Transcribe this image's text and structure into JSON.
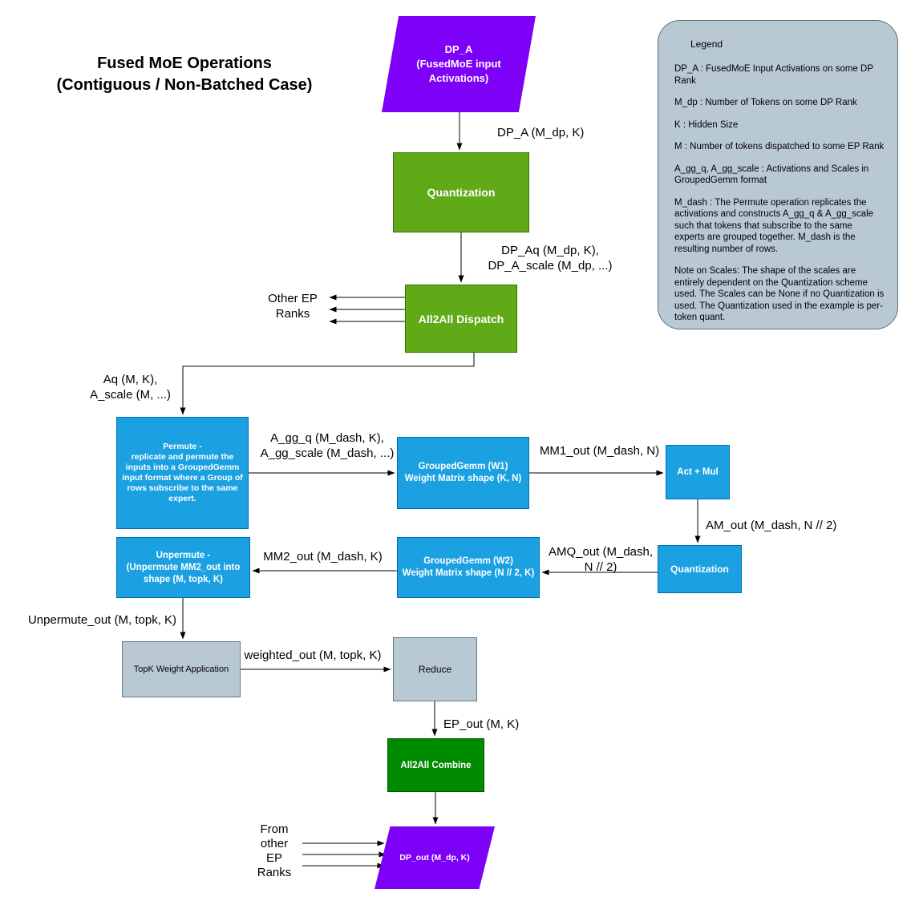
{
  "title": {
    "line1": "Fused MoE Operations",
    "line2": "(Contiguous / Non-Batched Case)"
  },
  "nodes": {
    "dp_a": {
      "label": "DP_A\n(FusedMoE input\nActivations)"
    },
    "quantization1": {
      "label": "Quantization"
    },
    "all2all_dispatch": {
      "label": "All2All Dispatch"
    },
    "permute": {
      "label": "Permute -\nreplicate and permute the\ninputs into a GroupedGemm\ninput format where a Group of\nrows subscribe to the same\nexpert."
    },
    "grouped_gemm_w1": {
      "label": "GroupedGemm (W1)\nWeight Matrix shape (K, N)"
    },
    "act_mul": {
      "label": "Act + Mul"
    },
    "quantization2": {
      "label": "Quantization"
    },
    "grouped_gemm_w2": {
      "label": "GroupedGemm (W2)\nWeight Matrix shape (N // 2, K)"
    },
    "unpermute": {
      "label": "Unpermute -\n(Unpermute MM2_out  into\nshape (M, topk, K)"
    },
    "topk_weight": {
      "label": "TopK Weight Application"
    },
    "reduce": {
      "label": "Reduce"
    },
    "all2all_combine": {
      "label": "All2All Combine"
    },
    "dp_out": {
      "label": "DP_out (M_dp, K)"
    }
  },
  "edge_labels": {
    "dp_a_shape": "DP_A (M_dp, K)",
    "dp_aq_shape": "DP_Aq (M_dp, K),\nDP_A_scale (M_dp, ...)",
    "other_ep_ranks": "Other EP\nRanks",
    "aq_shape": "Aq (M, K),\nA_scale (M, ...)",
    "a_gg_shape": "A_gg_q (M_dash, K),\nA_gg_scale (M_dash, ...)",
    "mm1_out": "MM1_out (M_dash, N)",
    "am_out": "AM_out (M_dash, N // 2)",
    "amq_out": "AMQ_out (M_dash,\nN // 2)",
    "mm2_out": "MM2_out (M_dash, K)",
    "unpermute_out": "Unpermute_out (M, topk, K)",
    "weighted_out": "weighted_out (M, topk, K)",
    "ep_out": "EP_out (M, K)",
    "from_other_ep": "From\nother\nEP\nRanks"
  },
  "legend": {
    "title": "Legend",
    "items": [
      "DP_A : FusedMoE Input Activations on some DP Rank",
      "M_dp : Number of Tokens on some DP Rank",
      "K : Hidden Size",
      "M : Number of tokens dispatched to some EP Rank",
      "A_gg_q, A_gg_scale : Activations and Scales in GroupedGemm format",
      "M_dash : The Permute operation replicates the activations and constructs A_gg_q & A_gg_scale such that tokens that subscribe to the same experts are grouped together. M_dash is the resulting number of rows.",
      "Note on Scales: The shape of the scales are entirely dependent on the Quantization scheme used. The Scales can be None if no Quantization is used. The Quantization used in the example is per-token quant."
    ]
  },
  "colors": {
    "purple": "#7d00f7",
    "green": "#60a917",
    "green_border": "#2d7600",
    "blue": "#1ba1e2",
    "blue_border": "#006eaf",
    "gray": "#b9c9d4",
    "gray_border": "#64798a",
    "dark_green": "#008a00",
    "dark_green_border": "#005700",
    "legend_fill": "#b9c9d4"
  }
}
